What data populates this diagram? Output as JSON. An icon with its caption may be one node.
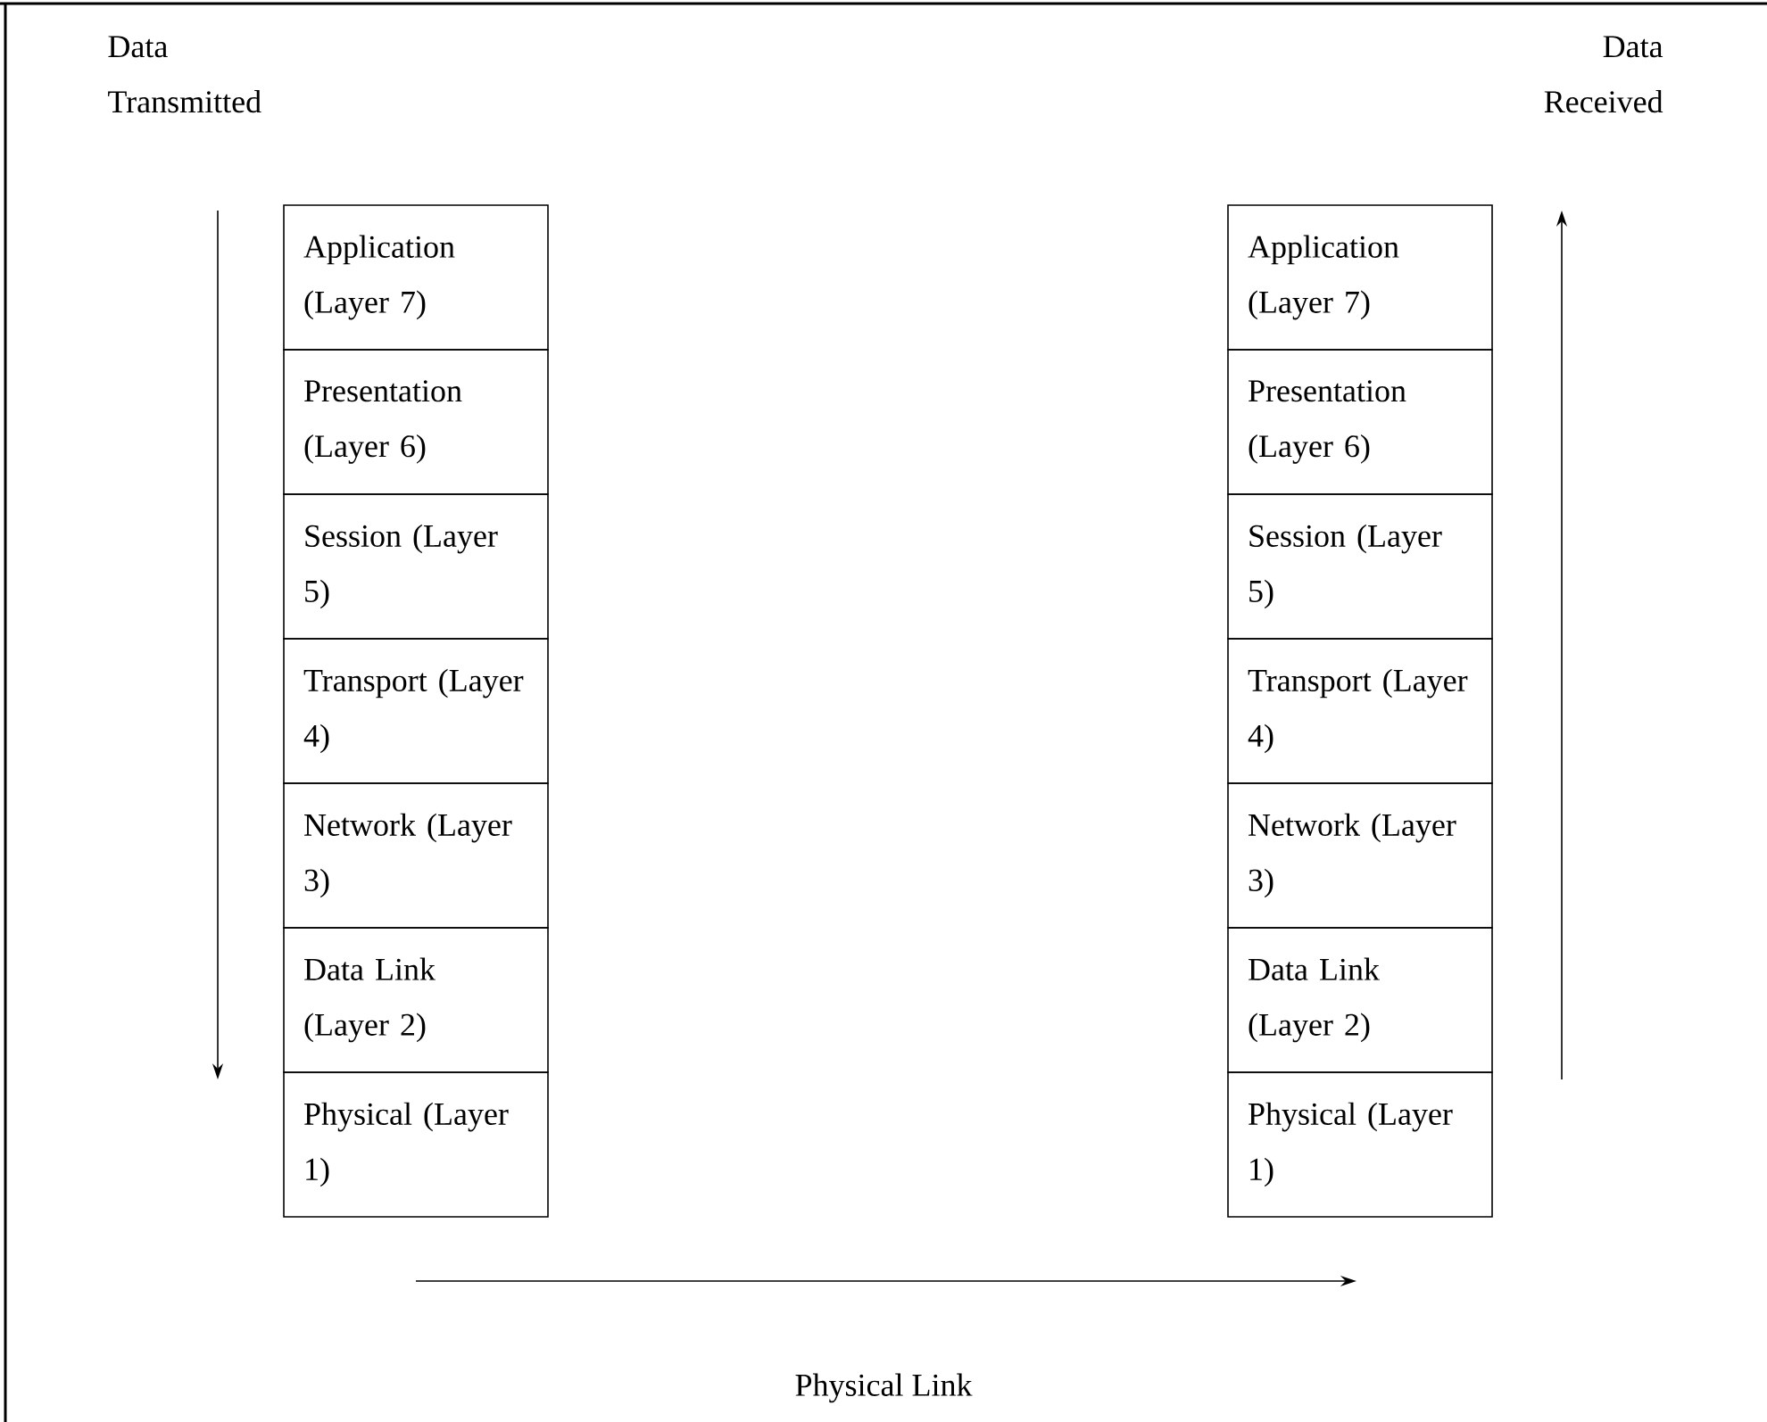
{
  "diagram": {
    "nodes": [
      {
        "text": [
          "Application (Layer 7)"
        ]
      },
      {
        "text": [
          "Presentation (Layer 6)"
        ]
      },
      {
        "text": [
          "Session (Layer 5)"
        ]
      },
      {
        "text": [
          "Transport (Layer 4)"
        ]
      },
      {
        "text": [
          "Network (Layer 3)"
        ]
      },
      {
        "text": [
          "Data Link (Layer 2)"
        ]
      },
      {
        "text": [
          "Physical (Layer 1)"
        ]
      },
      {
        "text": [
          "Application (Layer 7)"
        ]
      },
      {
        "text": [
          "Presentation (Layer 6)"
        ]
      },
      {
        "text": [
          "Session (Layer 5)"
        ]
      },
      {
        "text": [
          "Transport (Layer 4)"
        ]
      },
      {
        "text": [
          "Network (Layer 3)"
        ]
      },
      {
        "text": [
          "Data Link (Layer 2)"
        ]
      },
      {
        "text": [
          "Physical (Layer 1)"
        ]
      }
    ],
    "labels": [
      "Data Transmitted",
      "Data Received",
      "Physical Link"
    ]
  }
}
